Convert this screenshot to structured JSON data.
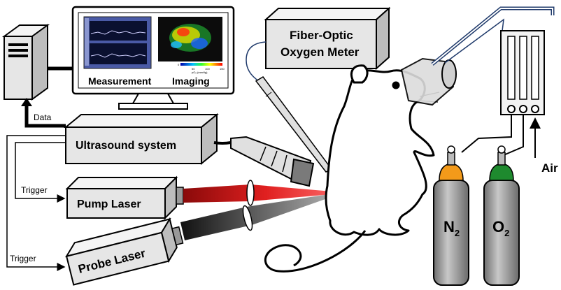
{
  "labels": {
    "measurement": "Measurement",
    "imaging": "Imaging",
    "colorbar_unit": "pO₂ (mmHg)",
    "colorbar_min": "0",
    "colorbar_mid1": "50",
    "colorbar_mid2": "100",
    "colorbar_max": "150",
    "meter_line1": "Fiber-Optic",
    "meter_line2": "Oxygen Meter",
    "data": "Data",
    "ultrasound": "Ultrasound system",
    "trigger_pump": "Trigger",
    "trigger_probe": "Trigger",
    "pump_laser": "Pump Laser",
    "probe_laser": "Probe Laser",
    "n2_base": "N",
    "n2_sub": "2",
    "o2_base": "O",
    "o2_sub": "2",
    "air": "Air"
  },
  "colors": {
    "box_fill": "#e6e6e6",
    "box_top": "#f4f4f4",
    "box_side": "#bdbdbd",
    "pump_beam": "#d81010",
    "probe_beam": "#555555",
    "tube_line": "#1f3a6b",
    "n2_cap": "#f39a1a",
    "o2_cap": "#1e8a2e",
    "cylinder": "#8c8c8c",
    "screen_bg": "#4a5aa6"
  },
  "icons": [
    "computer-tower-icon",
    "monitor-icon",
    "transducer-icon",
    "rat-icon",
    "flowmeter-icon",
    "gas-cylinder-icon",
    "nose-cone-icon",
    "fiber-probe-icon",
    "lens-icon"
  ]
}
